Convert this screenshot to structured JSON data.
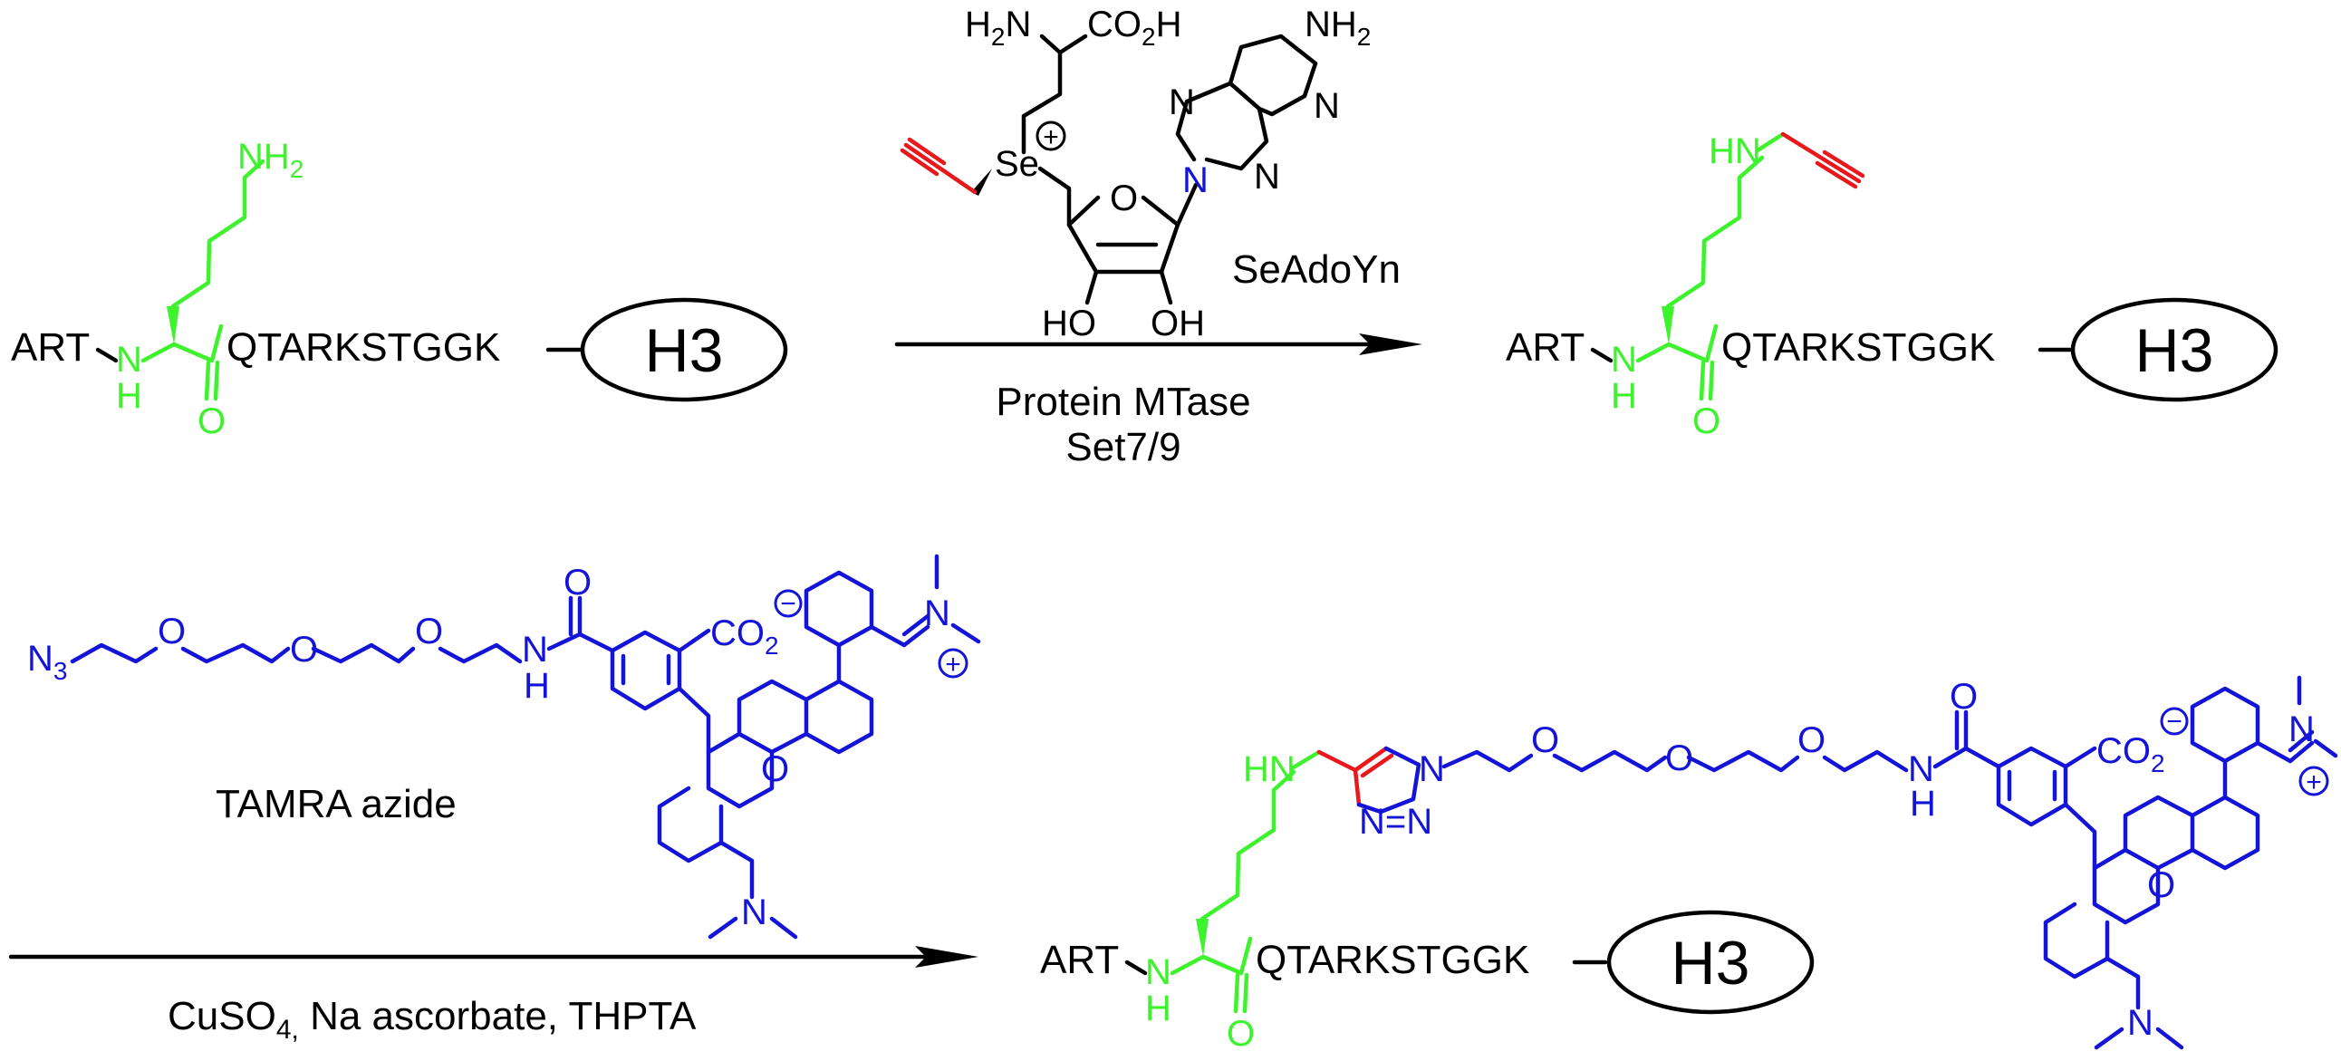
{
  "colors": {
    "lysine": "#3ef22e",
    "alkyne": "#e8181c",
    "tamra": "#1414d8",
    "ink": "#000000"
  },
  "histone": {
    "prefix": "ART",
    "suffix": "QTARKSTGGK",
    "protein": "H3",
    "nh": "N",
    "h": "H",
    "carbonyl_o": "O",
    "nh2_n": "NH",
    "nh2_sub": "2",
    "hn": "HN"
  },
  "cofactor": {
    "name": "SeAdoYn",
    "h2n_h": "H",
    "h2n_sub": "2",
    "h2n_n": "N",
    "co2h_a": "CO",
    "co2h_sub": "2",
    "co2h_b": "H",
    "se": "Se",
    "plus": "+",
    "ring_o": "O",
    "ho": "HO",
    "oh": "OH",
    "adenine_n": "N",
    "nh2_n": "NH",
    "nh2_sub": "2"
  },
  "step1": {
    "line1": "Protein MTase",
    "line2": "Set7/9"
  },
  "tamra": {
    "name": "TAMRA azide",
    "azide_n": "N",
    "azide_sub": "3",
    "ether_o": "O",
    "amide_o": "O",
    "amide_n": "N",
    "amide_h": "H",
    "co2_a": "CO",
    "co2_sub": "2",
    "minus": "−",
    "xanthene_o": "O",
    "iminium_n": "N",
    "plus": "+",
    "amine_n": "N",
    "triazole_n": "N",
    "triazole_nn": "N=N"
  },
  "step2": {
    "reagents_a": "CuSO",
    "reagents_sub": "4,",
    "reagents_b": " Na ascorbate, THPTA"
  }
}
